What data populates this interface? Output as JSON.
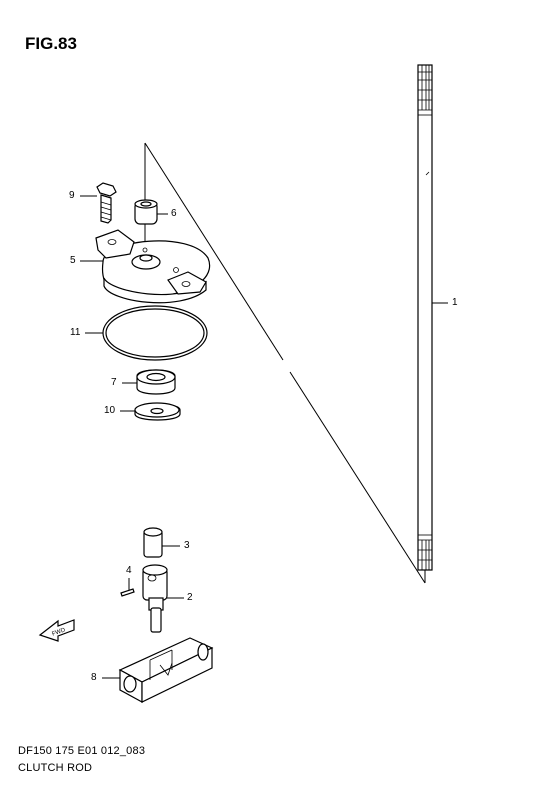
{
  "figure": {
    "title": "FIG.83"
  },
  "footer": {
    "code": "DF150 175 E01 012_083",
    "name": "CLUTCH ROD"
  },
  "fwd_arrow": {
    "label": "FWD"
  },
  "callouts": [
    {
      "num": "9"
    },
    {
      "num": "6"
    },
    {
      "num": "5"
    },
    {
      "num": "11"
    },
    {
      "num": "7"
    },
    {
      "num": "10"
    },
    {
      "num": "1"
    },
    {
      "num": "3"
    },
    {
      "num": "4"
    },
    {
      "num": "2"
    },
    {
      "num": "8"
    }
  ]
}
